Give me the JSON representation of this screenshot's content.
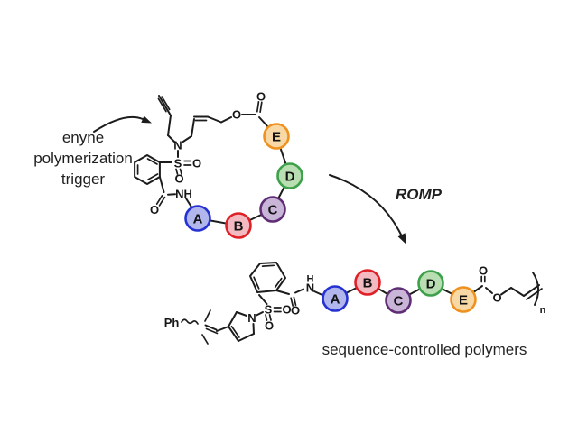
{
  "figure": {
    "trigger_annotation": {
      "line1": "enyne",
      "line2": "polymerization",
      "line3": "trigger"
    },
    "reaction_label": "ROMP",
    "product_caption": "sequence-controlled polymers"
  },
  "monomers": [
    {
      "label": "A",
      "fill": "#b1b6ec",
      "stroke": "#2531d2"
    },
    {
      "label": "B",
      "fill": "#f4bac1",
      "stroke": "#df2026"
    },
    {
      "label": "C",
      "fill": "#c9b5d8",
      "stroke": "#5e2d74"
    },
    {
      "label": "D",
      "fill": "#b9deb1",
      "stroke": "#3da04a"
    },
    {
      "label": "E",
      "fill": "#f8d8a4",
      "stroke": "#ef911e"
    }
  ],
  "atom_labels": {
    "N": "N",
    "S": "S",
    "O": "O",
    "NH": "NH",
    "H": "H",
    "Ph": "Ph",
    "repeat_subscript": "n"
  },
  "colors": {
    "ink": "#1c1c1c",
    "background": "#ffffff"
  }
}
